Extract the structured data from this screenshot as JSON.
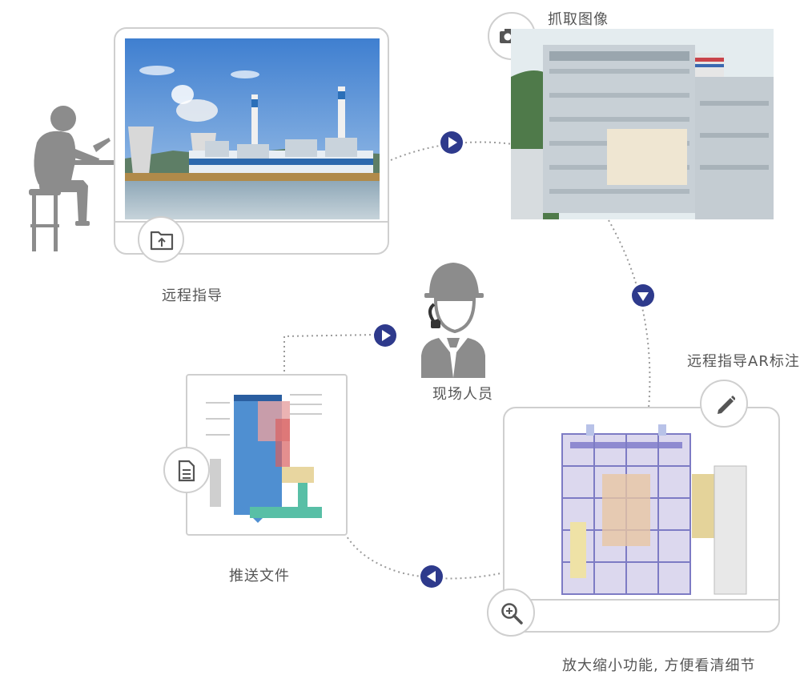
{
  "nodes": {
    "remote_guidance": {
      "label": "远程指导"
    },
    "capture_image": {
      "label": "抓取图像"
    },
    "ar_annotation": {
      "label": "远程指导AR标注"
    },
    "zoom_function": {
      "label": "放大缩小功能, 方便看清细节"
    },
    "push_file": {
      "label": "推送文件"
    },
    "field_personnel": {
      "label": "现场人员"
    }
  },
  "colors": {
    "arrow": "#2e3a8c",
    "frame": "#cfcfcf",
    "figure": "#8c8c8c",
    "text": "#555555"
  },
  "icons": [
    "folder-icon",
    "camera-icon",
    "pencil-icon",
    "zoom-icon",
    "document-icon",
    "play-arrow-icon"
  ]
}
